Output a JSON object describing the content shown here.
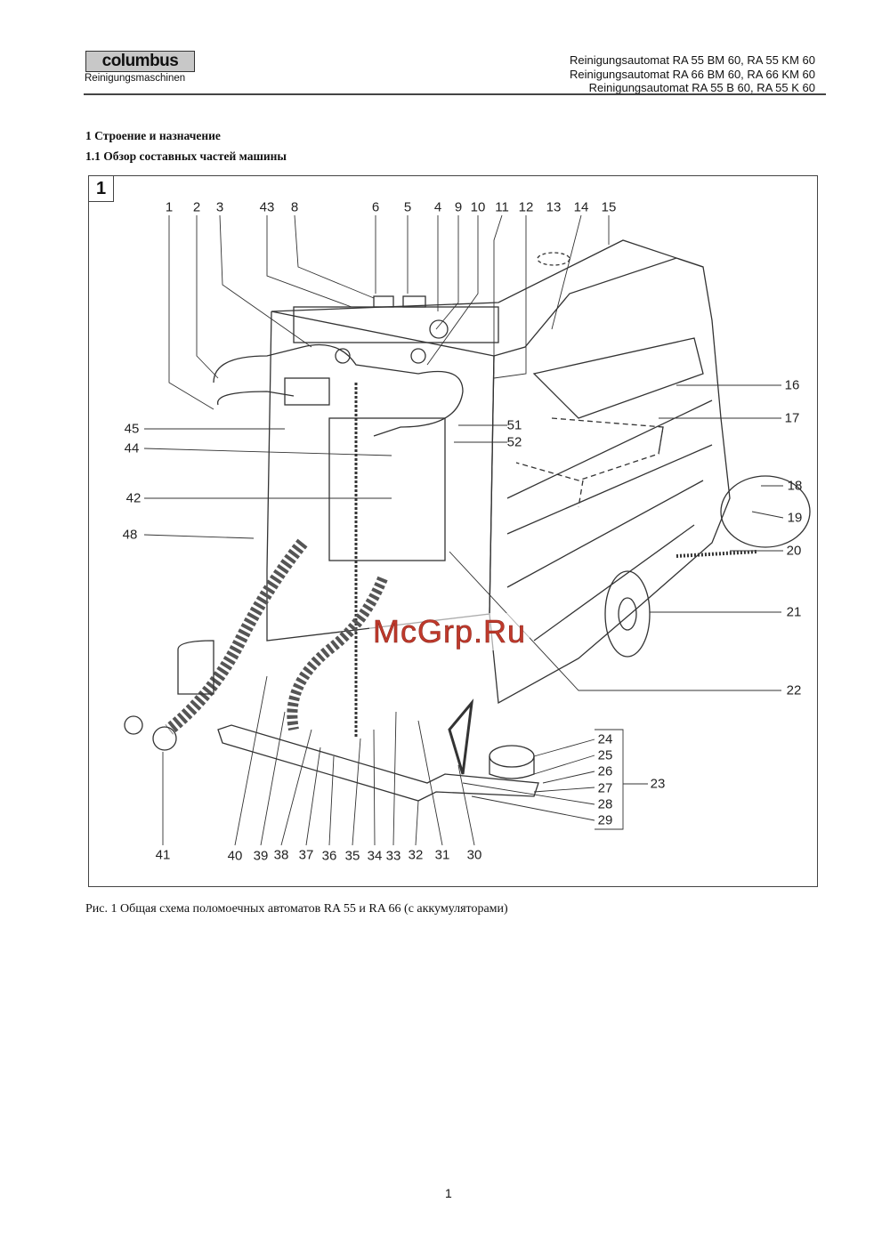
{
  "header": {
    "logo": "columbus",
    "logo_sub": "Reinigungsmaschinen",
    "models": [
      "Reinigungsautomat RA 55 BM 60, RA 55 KM 60",
      "Reinigungsautomat RA 66 BM 60, RA 66 KM 60",
      "Reinigungsautomat RA 55 B 60, RA 55 K 60"
    ]
  },
  "section": {
    "title": "1  Строение и назначение",
    "subtitle": "1.1 Обзор составных частей машины"
  },
  "figure": {
    "number": "1",
    "watermark": "McGrp.Ru",
    "labels": [
      "1",
      "2",
      "3",
      "43",
      "8",
      "6",
      "5",
      "4",
      "9",
      "10",
      "11",
      "12",
      "13",
      "14",
      "15",
      "16",
      "17",
      "18",
      "19",
      "20",
      "21",
      "22",
      "45",
      "44",
      "42",
      "48",
      "51",
      "52",
      "41",
      "40",
      "39",
      "38",
      "37",
      "36",
      "35",
      "34",
      "33",
      "32",
      "31",
      "30",
      "24",
      "25",
      "26",
      "27",
      "28",
      "29",
      "23"
    ],
    "caption": "Рис. 1 Общая схема поломоечных автоматов RA 55 и RA 66 (с аккумуляторами)"
  },
  "page_number": "1"
}
